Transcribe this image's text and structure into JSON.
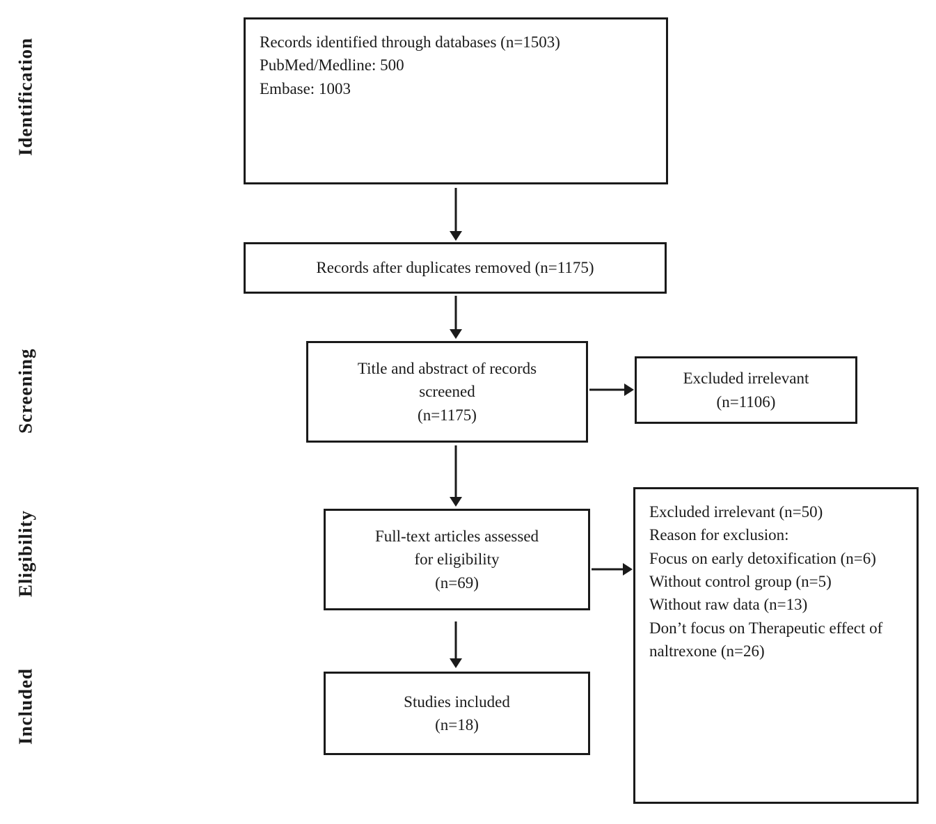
{
  "stages": [
    "Identification",
    "Screening",
    "Eligibility",
    "Included"
  ],
  "boxes": {
    "identified": {
      "lines": [
        "Records identified through databases (n=1503)",
        "PubMed/Medline: 500",
        "Embase: 1003"
      ]
    },
    "duplicates_removed": {
      "lines": [
        "Records after duplicates removed (n=1175)"
      ]
    },
    "screened": {
      "lines": [
        "Title and abstract of records",
        "screened",
        "(n=1175)"
      ]
    },
    "excluded_screening": {
      "lines": [
        "Excluded irrelevant",
        "(n=1106)"
      ]
    },
    "fulltext_assessed": {
      "lines": [
        "Full-text articles assessed",
        "for eligibility",
        "(n=69)"
      ]
    },
    "excluded_eligibility": {
      "lines": [
        "Excluded irrelevant (n=50)",
        "Reason for exclusion:",
        "Focus on early detoxification (n=6)",
        "Without control group (n=5)",
        "Without raw data (n=13)",
        "Don’t focus on Therapeutic effect of naltrexone (n=26)"
      ]
    },
    "included": {
      "lines": [
        "Studies included",
        "(n=18)"
      ]
    }
  },
  "colors": {
    "ink": "#1a1a1a",
    "background": "#ffffff"
  }
}
